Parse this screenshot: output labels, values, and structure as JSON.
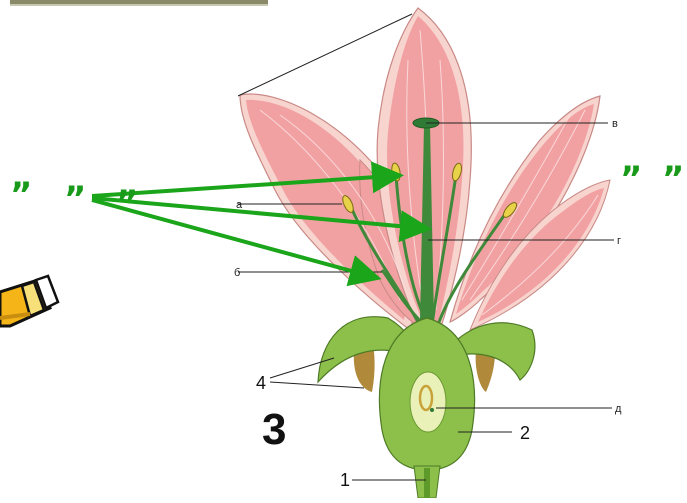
{
  "labels": {
    "v": "в",
    "g": "г",
    "d": "д",
    "a": "а",
    "b": "б",
    "n1": "1",
    "n2": "2",
    "n4": "4",
    "big": "3"
  },
  "marks": [
    "”",
    "”",
    "”",
    "”",
    "”"
  ],
  "colors": {
    "petal": "#f3a6a8",
    "petal_edge": "#f8d4cf",
    "stem_green": "#3f8a3a",
    "sepal_green": "#8cc04a",
    "arrow_green": "#1aa51a",
    "anther": "#e8d24a",
    "pencil": "#f5c218"
  },
  "icons": [
    "pencil-icon",
    "photo-corner"
  ]
}
